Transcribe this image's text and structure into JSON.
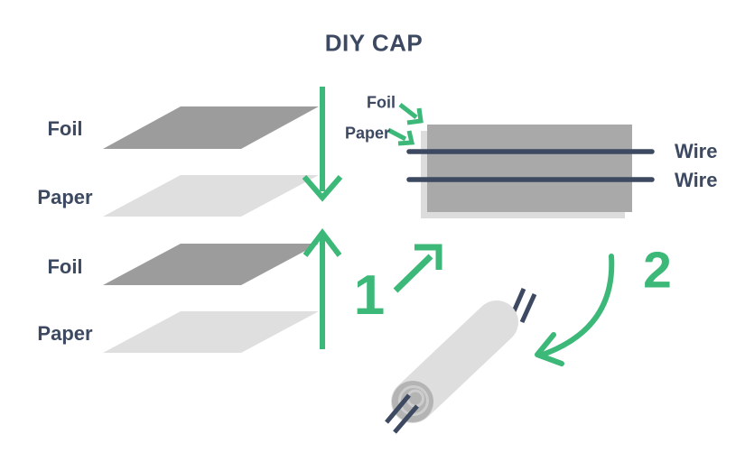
{
  "title": "DIY CAP",
  "colors": {
    "navy": "#3C4961",
    "green": "#3CB878",
    "foil_gray": "#9C9C9C",
    "paper_gray": "#DFDFDF",
    "stack_foil_gray": "#A9A9A9",
    "stack_paper_gray": "#DCDCDC",
    "roll_body_gray": "#DEDEDE",
    "roll_end_gray": "#B4B4B4",
    "background": "#FFFFFF"
  },
  "left_stack": {
    "labels": [
      "Foil",
      "Paper",
      "Foil",
      "Paper"
    ]
  },
  "right_stack": {
    "foil_label": "Foil",
    "paper_label": "Paper",
    "wire_labels": [
      "Wire",
      "Wire"
    ]
  },
  "steps": {
    "step1": "1",
    "step2": "2"
  }
}
